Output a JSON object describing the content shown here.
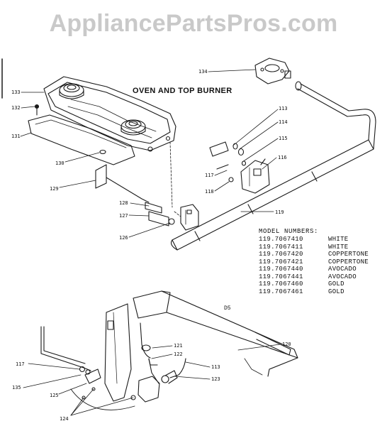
{
  "watermark": "AppliancePartsPros.com",
  "title": "OVEN AND TOP BURNER",
  "model_heading": "MODEL NUMBERS:",
  "models": [
    {
      "number": "119.7067410",
      "color": "WHITE"
    },
    {
      "number": "119.7067411",
      "color": "WHITE"
    },
    {
      "number": "119.7067420",
      "color": "COPPERTONE"
    },
    {
      "number": "119.7067421",
      "color": "COPPERTONE"
    },
    {
      "number": "119.7067440",
      "color": "AVOCADO"
    },
    {
      "number": "119.7067441",
      "color": "AVOCADO"
    },
    {
      "number": "119.7067460",
      "color": "GOLD"
    },
    {
      "number": "119.7067461",
      "color": "GOLD"
    }
  ],
  "tag": "D5",
  "callouts": {
    "p133": "133",
    "p132": "132",
    "p131": "131",
    "p130": "130",
    "p129": "129",
    "p128": "128",
    "p127": "127",
    "p126": "126",
    "p134": "134",
    "p113a": "113",
    "p114": "114",
    "p115": "115",
    "p116": "116",
    "p117a": "117",
    "p118": "118",
    "p119": "119",
    "p120": "120",
    "p121": "121",
    "p122": "122",
    "p113b": "113",
    "p123": "123",
    "p117b": "117",
    "p135": "135",
    "p125": "125",
    "p124": "124"
  },
  "colors": {
    "ink": "#1a1a1a",
    "watermark": "#c9c9c9",
    "background": "#ffffff"
  }
}
